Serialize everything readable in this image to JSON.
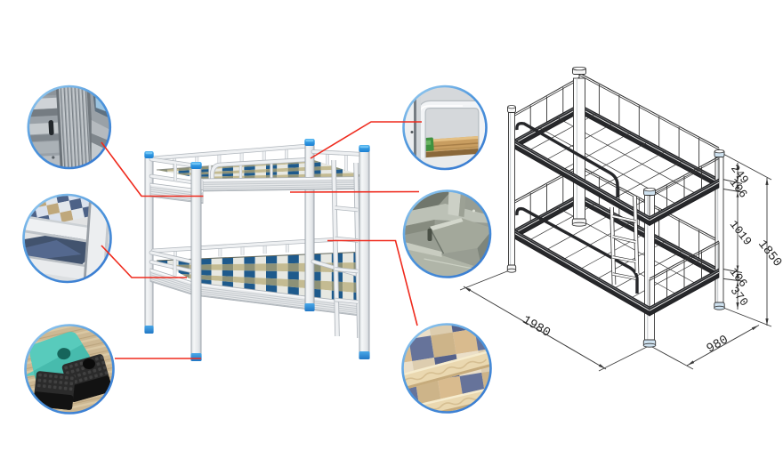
{
  "page": {
    "background": "#ffffff",
    "description": "bunk bed product infographic with detail callouts and dimensioned isometric drawing"
  },
  "diagram": {
    "dimensions": {
      "total_height": "1850",
      "guardrail_height": "249",
      "upper_frame": "106",
      "bunk_gap": "1019",
      "lower_frame": "106",
      "leg_height": "370",
      "length": "1980",
      "width": "980"
    }
  },
  "callouts": [
    {
      "name": "frame-profile"
    },
    {
      "name": "corner-joint"
    },
    {
      "name": "foot-pads"
    },
    {
      "name": "guardrail"
    },
    {
      "name": "bracket"
    },
    {
      "name": "bed-base"
    }
  ],
  "colors": {
    "connector_red": "#ef2a1d",
    "circle_ring": "#4f97dd",
    "plaid_blue": "#1e5a8c",
    "plaid_khaki": "#c4bb92",
    "cap_blue": "#2b9ce8",
    "wireframe_ink": "#333333"
  }
}
